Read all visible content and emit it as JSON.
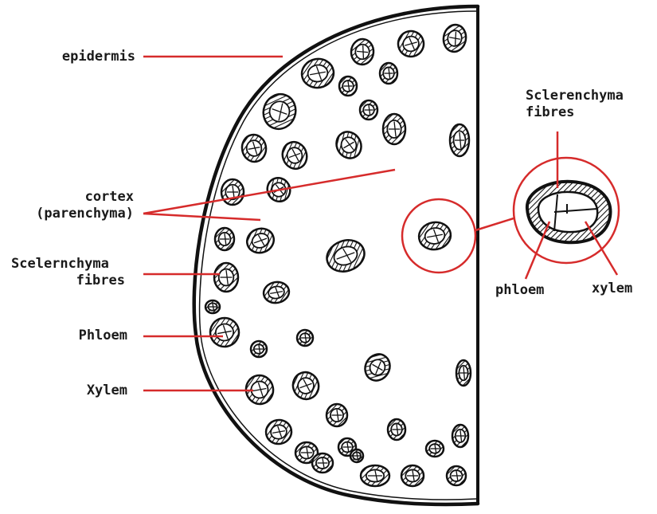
{
  "colors": {
    "leader_line": "#d62b2b",
    "outline": "#111111",
    "text": "#1a1a1a",
    "background": "#ffffff"
  },
  "labels": {
    "epidermis": "epidermis",
    "cortex_line1": "cortex",
    "cortex_line2": "(parenchyma)",
    "scler_left_line1": "Scelernchyma",
    "scler_left_line2": "fibres",
    "phloem_left": "Phloem",
    "xylem_left": "Xylem",
    "scler_right_line1": "Sclerenchyma",
    "scler_right_line2": "fibres",
    "phloem_right": "phloem",
    "xylem_right": "xylem"
  }
}
